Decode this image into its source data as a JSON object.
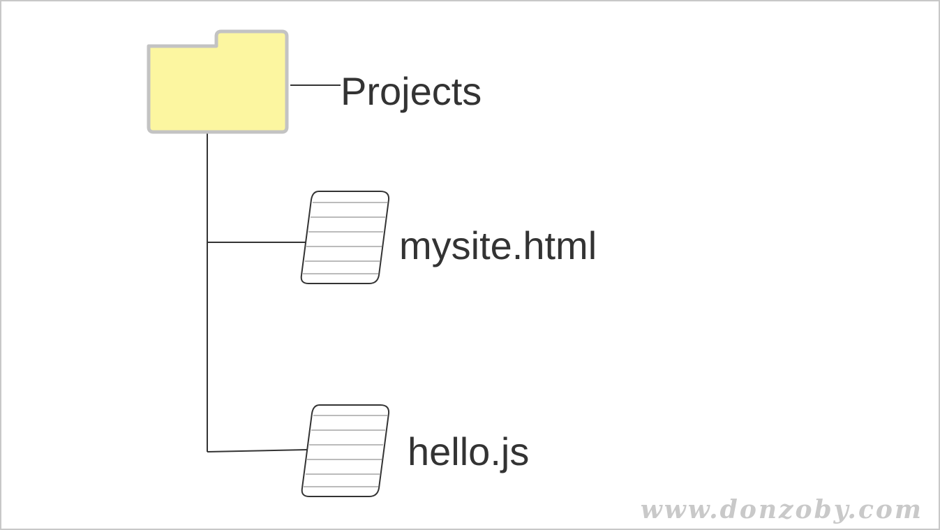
{
  "root": {
    "label": "Projects",
    "icon": "folder-icon"
  },
  "children": [
    {
      "label": "mysite.html",
      "icon": "file-icon"
    },
    {
      "label": "hello.js",
      "icon": "file-icon"
    }
  ],
  "watermark": "www.donzoby.com",
  "colors": {
    "folder_fill": "#fcf6a0",
    "folder_stroke": "#c3c3c3",
    "connector_line": "#333333",
    "text": "#333333",
    "file_lines": "#bbbbbb",
    "watermark": "#c9c9c9",
    "border": "#c8c8c8"
  }
}
